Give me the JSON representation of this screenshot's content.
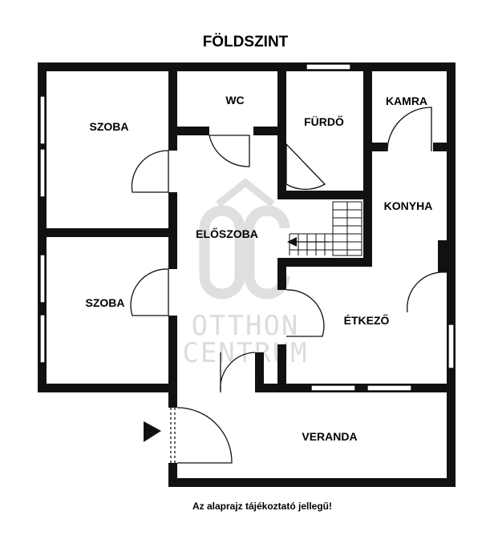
{
  "title": "FÖLDSZINT",
  "rooms": {
    "szoba_top": "SZOBA",
    "wc": "WC",
    "furdo": "FÜRDŐ",
    "kamra": "KAMRA",
    "konyha": "KONYHA",
    "eloszoba": "ELŐSZOBA",
    "szoba_bottom": "SZOBA",
    "etkezo": "ÉTKEZŐ",
    "veranda": "VERANDA"
  },
  "watermark": {
    "logo": "OC",
    "line1": "OTTHON",
    "line2": "CENTRUM"
  },
  "note": "Az alaprajz tájékoztató jellegű!",
  "icons": {
    "entrance": "entrance-arrow-icon"
  }
}
